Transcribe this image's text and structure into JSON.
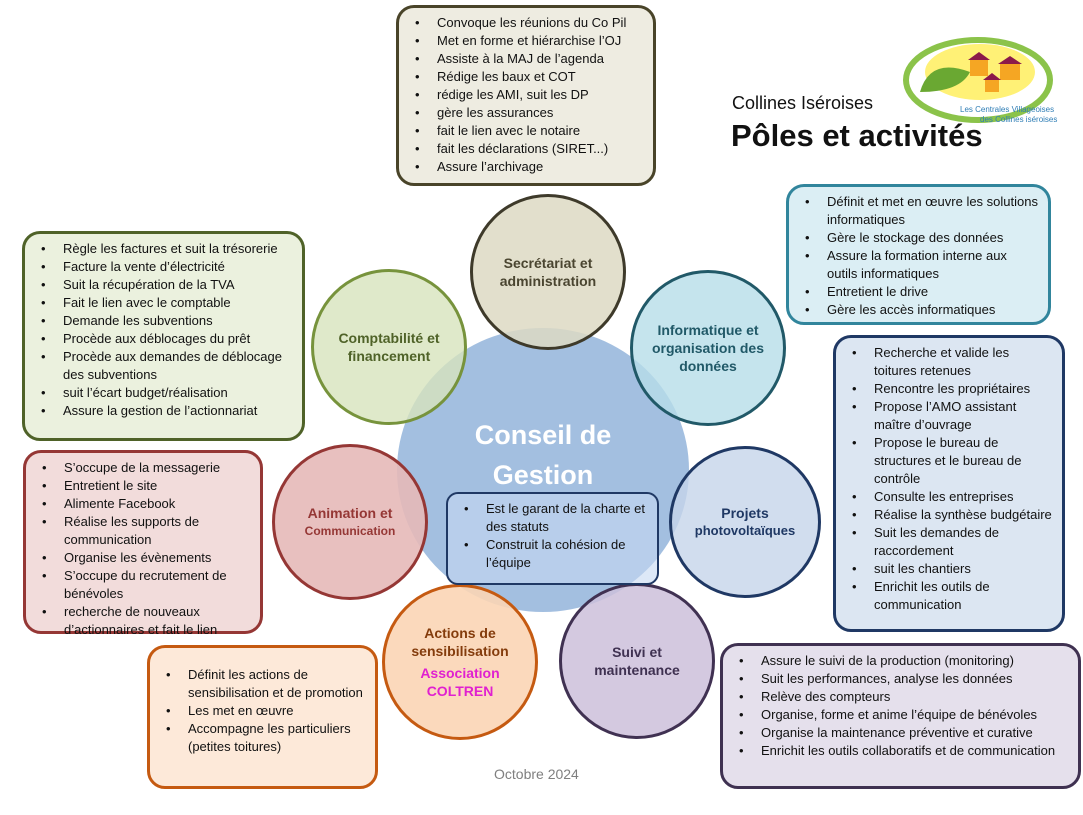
{
  "header": {
    "subtitle": "Collines Iséroises",
    "title": "Pôles et activités",
    "logo_text": "Les Centrales Villageoises des Collines iséroises"
  },
  "center": {
    "title_line1": "Conseil de",
    "title_line2": "Gestion",
    "items": [
      "Est le garant de la charte et  des statuts",
      "Construit la cohésion de l’équipe"
    ]
  },
  "poles": [
    {
      "name": "Secrétariat et administration",
      "items": [
        "Convoque les réunions du Co Pil",
        "Met en forme et hiérarchise l’OJ",
        "Assiste à la MAJ de l’agenda",
        "Rédige les baux et COT",
        "rédige les AMI, suit les DP",
        "gère les assurances",
        "fait le lien avec le notaire",
        "fait les déclarations (SIRET...)",
        "Assure l’archivage"
      ]
    },
    {
      "name": "Comptabilité et financement",
      "items": [
        "Règle les factures et  suit la trésorerie",
        "Facture la vente d’électricité",
        "Suit la récupération de la TVA",
        "Fait le lien avec le comptable",
        "Demande les subventions",
        "Procède aux déblocages du prêt",
        "Procède aux demandes de déblocage des subventions",
        "suit l’écart budget/réalisation",
        "Assure la gestion de l’actionnariat"
      ]
    },
    {
      "name": "Informatique et organisation des données",
      "items": [
        "Définit et met en œuvre les solutions informatiques",
        "Gère le stockage des données",
        "Assure la formation interne aux outils informatiques",
        "Entretient le drive",
        "Gère les accès informatiques"
      ]
    },
    {
      "name_line1": "Projets",
      "name_line2": "photovoltaïques",
      "items": [
        "Recherche et valide les toitures retenues",
        "Rencontre les propriétaires",
        " Propose  l’AMO assistant maître d’ouvrage",
        "Propose le bureau de structures et le  bureau de contrôle",
        "Consulte les entreprises",
        "Réalise la synthèse budgétaire",
        "Suit les demandes de raccordement",
        "suit les chantiers",
        "Enrichit les outils de communication"
      ]
    },
    {
      "name": "Suivi et maintenance",
      "items": [
        "Assure le suivi de la production (monitoring)",
        "Suit les performances, analyse les  données",
        "Relève des compteurs",
        "Organise, forme et anime l’équipe  de bénévoles",
        "Organise la maintenance préventive et curative",
        "Enrichit les outils collaboratifs et de communication"
      ]
    },
    {
      "name": "Actions de sensibilisation",
      "association": "Association COLTREN",
      "items": [
        "Définit les actions de sensibilisation et de promotion",
        "Les met en œuvre",
        "Accompagne les particuliers (petites toitures)"
      ]
    },
    {
      "name_line1": "Animation et",
      "name_line2": "Communication",
      "items": [
        "S’occupe de la messagerie",
        "Entretient le site",
        "Alimente Facebook",
        "Réalise les supports de communication",
        "Organise les évènements",
        "S’occupe du recrutement de bénévoles",
        "recherche de nouveaux d’actionnaires et fait le lien"
      ]
    }
  ],
  "footer": {
    "date": "Octobre 2024"
  }
}
